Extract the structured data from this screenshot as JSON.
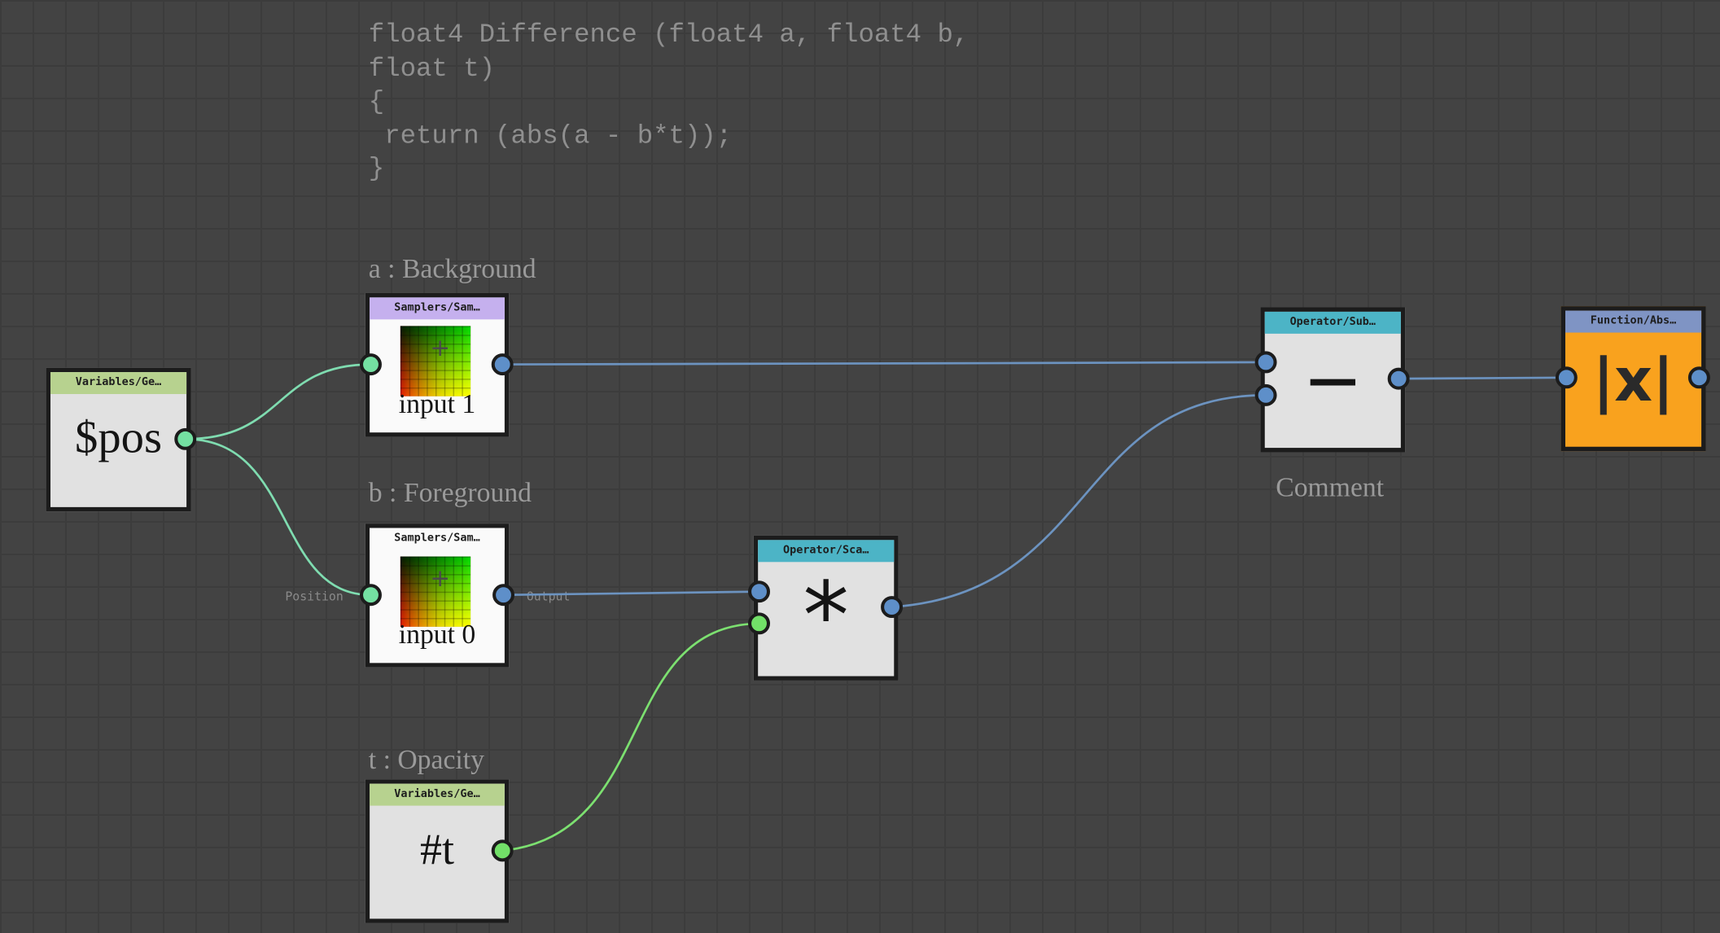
{
  "code": {
    "lines": [
      "float4 Difference (float4 a, float4 b,",
      "float t)",
      "{",
      " return (abs(a - b*t));",
      "}"
    ]
  },
  "labels": {
    "a": "a : Background",
    "b": "b : Foreground",
    "t": "t : Opacity",
    "comment": "Comment",
    "port_position": "Position",
    "port_output": "Output"
  },
  "nodes": {
    "pos": {
      "header": "Variables/Ge…",
      "header_color": "#b7d28f",
      "text": "$pos"
    },
    "sampler_a": {
      "header": "Samplers/Sam…",
      "header_color": "#c5b0ee",
      "text": "input 1"
    },
    "sampler_b": {
      "header": "Samplers/Sam…",
      "header_color": "#fafafa",
      "text": "input 0"
    },
    "opacity": {
      "header": "Variables/Ge…",
      "header_color": "#b7d28f",
      "text": "#t"
    },
    "scale": {
      "header": "Operator/Sca…",
      "header_color": "#4cb4c6",
      "text": "*"
    },
    "subtract": {
      "header": "Operator/Sub…",
      "header_color": "#4cb4c6",
      "text": "—"
    },
    "abs": {
      "header": "Function/Abs…",
      "header_color": "#7f94c4",
      "text": "|x|"
    }
  },
  "colors": {
    "wire_blue": "#6c93c0",
    "wire_teal": "#7fdcb0",
    "wire_green": "#7ce070",
    "port_blue": "#5e8fc9",
    "port_teal": "#74e0a2",
    "port_green": "#72e068",
    "abs_body": "#f9a21e"
  }
}
